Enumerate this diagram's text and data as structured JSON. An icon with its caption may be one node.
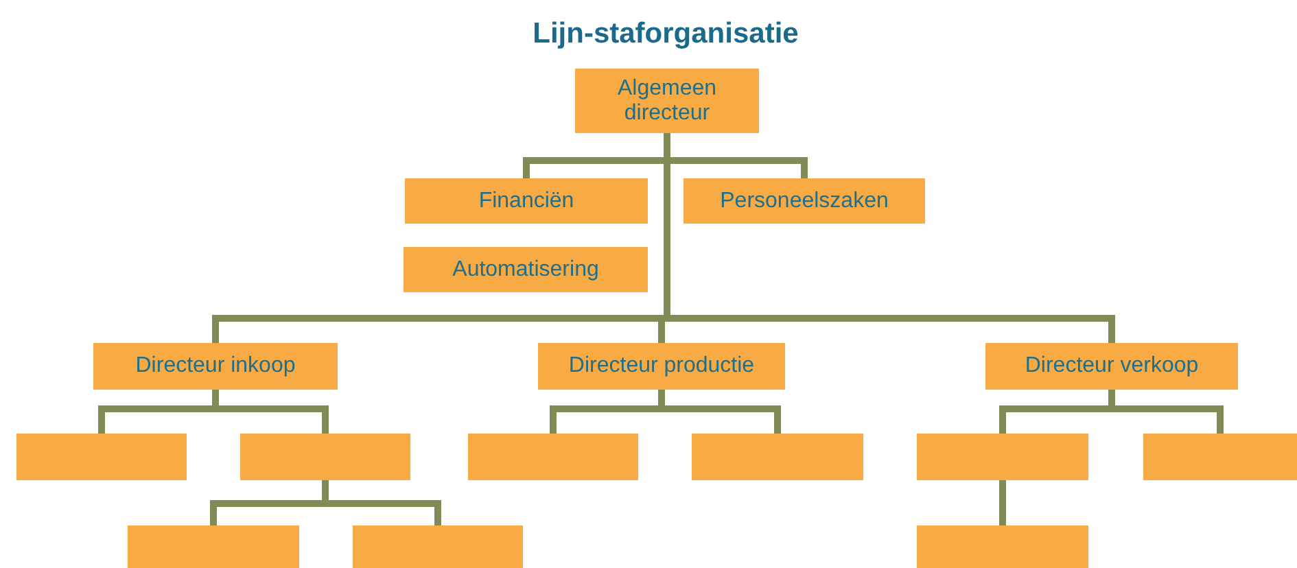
{
  "diagram": {
    "title": "Lijn-staforganisatie",
    "nodes": [
      {
        "text": [
          "Algemeen directeur"
        ]
      },
      {
        "text": [
          "Financiën"
        ]
      },
      {
        "text": [
          "Personeelszaken"
        ]
      },
      {
        "text": [
          "Automatisering"
        ]
      },
      {
        "text": [
          "Directeur inkoop"
        ]
      },
      {
        "text": [
          "Directeur productie"
        ]
      },
      {
        "text": [
          "Directeur verkoop"
        ]
      },
      {
        "text": [],
        "shape": "box"
      },
      {
        "text": [],
        "shape": "box"
      },
      {
        "text": [],
        "shape": "box"
      },
      {
        "text": [],
        "shape": "box"
      },
      {
        "text": [],
        "shape": "box"
      },
      {
        "text": [],
        "shape": "box"
      },
      {
        "text": [],
        "shape": "box"
      },
      {
        "text": [],
        "shape": "box"
      },
      {
        "text": [],
        "shape": "box"
      }
    ],
    "edges": [
      {
        "from": 0,
        "to": 1,
        "arrow": "none"
      },
      {
        "from": 0,
        "to": 2,
        "arrow": "none"
      },
      {
        "from": 0,
        "to": 4,
        "arrow": "none"
      },
      {
        "from": 0,
        "to": 5,
        "arrow": "none"
      },
      {
        "from": 0,
        "to": 6,
        "arrow": "none"
      },
      {
        "from": 4,
        "to": 7,
        "arrow": "none"
      },
      {
        "from": 4,
        "to": 8,
        "arrow": "none"
      },
      {
        "from": 5,
        "to": 9,
        "arrow": "none"
      },
      {
        "from": 5,
        "to": 10,
        "arrow": "none"
      },
      {
        "from": 6,
        "to": 11,
        "arrow": "none"
      },
      {
        "from": 6,
        "to": 12,
        "arrow": "none"
      },
      {
        "from": 8,
        "to": 13,
        "arrow": "none"
      },
      {
        "from": 8,
        "to": 14,
        "arrow": "none"
      },
      {
        "from": 11,
        "to": 15,
        "arrow": "none"
      }
    ]
  }
}
